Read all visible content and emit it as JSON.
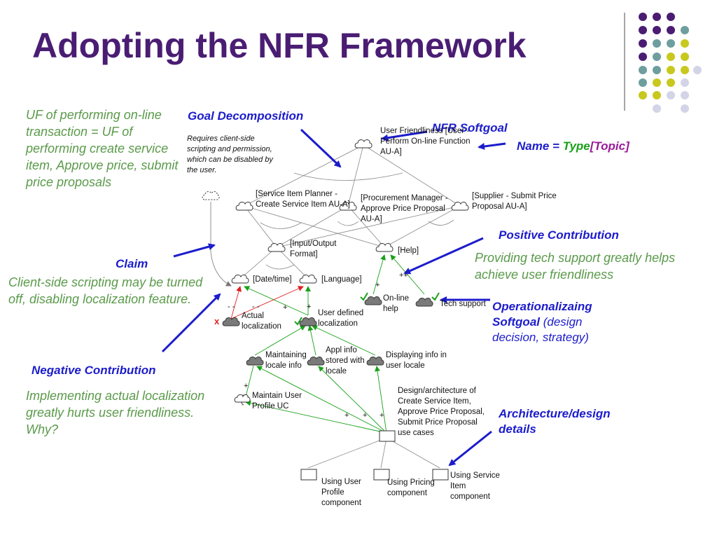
{
  "title": "Adopting the NFR Framework",
  "colors": {
    "title": "#4a1d73",
    "label": "#1c1ccc",
    "note": "#5a9a4a",
    "dot_purple": "#4a1d73",
    "dot_teal": "#6e9e9e",
    "dot_yellow": "#c8c81e",
    "dot_lavender": "#d4d4e8",
    "positive": "#1aa01a",
    "negative": "#e02020"
  },
  "labels": {
    "goal_decomposition": "Goal Decomposition",
    "nfr_softgoal": "NFR Softgoal",
    "name_eq": "Name = ",
    "name_type": "Type",
    "name_topic": "[Topic]",
    "positive_contribution": "Positive Contribution",
    "claim": "Claim",
    "operationalizing_bold": "Operationalizaing Softgoal",
    "operationalizing_rest": " (design decision, strategy)",
    "negative_contribution": "Negative Contribution",
    "architecture_design": "Architecture/design details"
  },
  "notes": {
    "uf_definition": "UF of performing on-line transaction = UF of performing create service item, Approve price, submit price proposals",
    "goal_decomp_desc": "Requires client-side scripting and permission, which can be disabled by the user.",
    "positive_desc": "Providing tech support greatly helps achieve user friendliness",
    "claim_desc": "Client-side scripting may be turned off, disabling localization feature.",
    "negative_desc": "Implementing actual localization greatly hurts user friendliness. Why?"
  },
  "nodes": {
    "user_friendliness": "User Friendliness [User - Perform On-line Function AU-A]",
    "service_item_planner": "[Service Item Planner - Create Service Item AU-A]",
    "procurement_manager": "[Procurement Manager - Approve Price Proposal AU-A]",
    "supplier": "[Supplier - Submit Price Proposal AU-A]",
    "io_format": "[Input/Output Format]",
    "help": "[Help]",
    "date_time": "[Date/time]",
    "language": "[Language]",
    "online_help": "On-line help",
    "tech_support": "Tech support",
    "actual_localization": "Actual localization",
    "user_defined_localization": "User defined localization",
    "maintaining_locale": "Maintaining locale info",
    "appl_info": "Appl info stored with locale",
    "displaying_info": "Displaying info in user locale",
    "maintain_user_profile": "Maintain User Profile UC",
    "design_arch": "Design/architecture of Create Service Item, Approve Price Proposal, Submit Price Proposal use cases",
    "using_user_profile": "Using User Profile component",
    "using_pricing": "Using Pricing component",
    "using_service_item": "Using Service Item component"
  },
  "signs": {
    "mm1": "- -",
    "mm2": "- -",
    "plus_ud": "+",
    "plus_lang": "+",
    "plus_online": "+",
    "pp_help": "++",
    "x_mark": "x",
    "plus_mup": "+",
    "plus_a": "+",
    "plus_b": "+",
    "plus_c": "+"
  }
}
